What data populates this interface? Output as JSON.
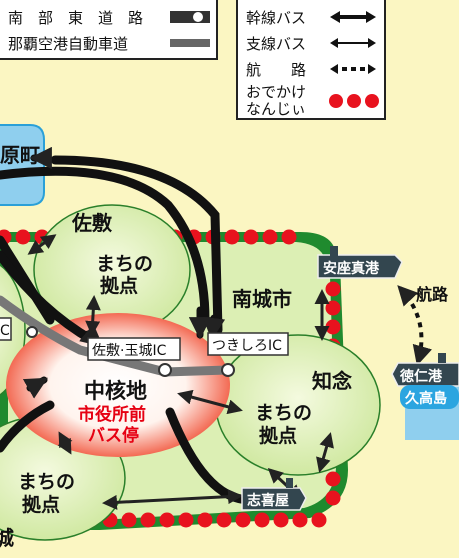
{
  "legend_roads": {
    "items": [
      {
        "label": "南　部　東　道　路",
        "symbol": "toll-road-icon"
      },
      {
        "label": "那覇空港自動車道",
        "symbol": "expressway-line"
      }
    ]
  },
  "legend_transport": {
    "items": [
      {
        "label": "幹線バス",
        "symbol": "trunk-bus-arrow"
      },
      {
        "label": "支線バス",
        "symbol": "branch-bus-arrow"
      },
      {
        "label": "航　　路",
        "symbol": "ferry-dotted-arrow"
      },
      {
        "label_line1": "おでかけ",
        "label_line2": "なんじぃ",
        "symbol": "odekake-dots"
      }
    ]
  },
  "places": {
    "haramachi": "原町",
    "sashiki": "佐敷",
    "nanjo_city": "南城市",
    "chinen": "知念",
    "azama_port": "安座真港",
    "tokujin_port": "徳仁港",
    "kudaka": "久高島",
    "shikiya": "志喜屋",
    "castle_partial": "城"
  },
  "hubs": {
    "local_hub": {
      "line1": "まちの",
      "line2": "拠点"
    },
    "core_hub": {
      "title": "中核地",
      "sub1": "市役所前",
      "sub2": "バス停"
    }
  },
  "interchanges": {
    "sashiki_tamagusuku": "佐敷·玉城IC",
    "tsukishiro": "つきしろIC",
    "partial_left": "C"
  },
  "route_labels": {
    "ferry": "航路"
  },
  "colors": {
    "background": "#fbf6c2",
    "dark_green": "#1f8a2e",
    "light_green": "#dcefb4",
    "red_dot": "#e8121e",
    "core_red": "#ee2a1e",
    "expressway_gray": "#777777",
    "sea_blue": "#8fcfee"
  }
}
